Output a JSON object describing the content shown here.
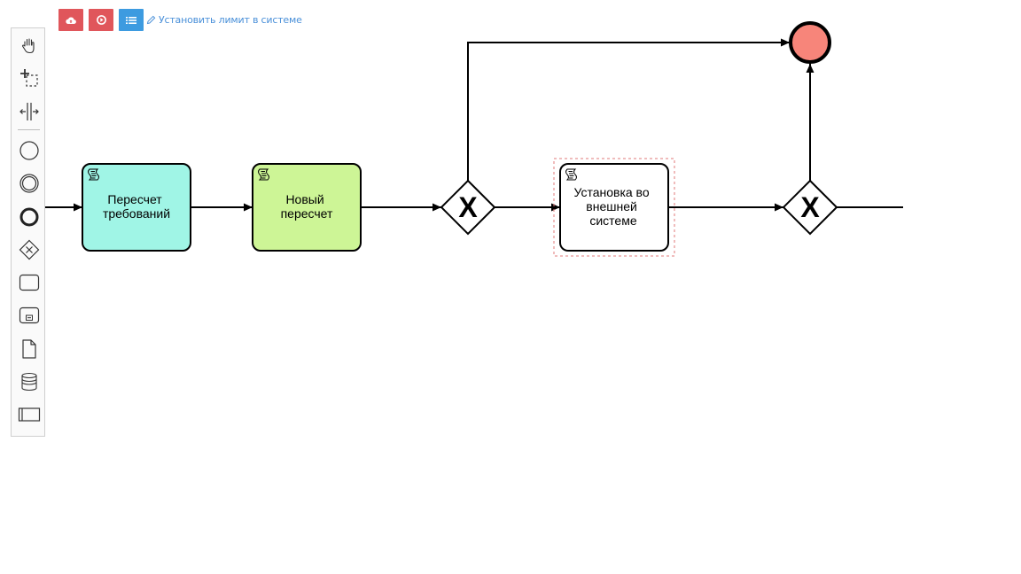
{
  "toolbar": {
    "buttons": [
      {
        "icon": "cloud-upload-icon",
        "color": "#e0565b"
      },
      {
        "icon": "play-circle-icon",
        "color": "#e0565b"
      },
      {
        "icon": "list-icon",
        "color": "#3d9be0"
      }
    ],
    "title": "Установить лимит в системе",
    "title_icon": "pencil-icon"
  },
  "palette": {
    "tools": [
      {
        "name": "hand-tool",
        "icon": "hand-icon"
      },
      {
        "name": "lasso-tool",
        "icon": "lasso-icon"
      },
      {
        "name": "space-tool",
        "icon": "space-icon"
      },
      {
        "name": "start-event",
        "icon": "start-event-icon"
      },
      {
        "name": "intermediate-event",
        "icon": "intermediate-event-icon"
      },
      {
        "name": "end-event",
        "icon": "end-event-icon"
      },
      {
        "name": "gateway",
        "icon": "gateway-icon"
      },
      {
        "name": "task",
        "icon": "task-icon"
      },
      {
        "name": "subprocess",
        "icon": "subprocess-icon"
      },
      {
        "name": "data-object",
        "icon": "data-object-icon"
      },
      {
        "name": "data-store",
        "icon": "data-store-icon"
      },
      {
        "name": "pool",
        "icon": "pool-icon"
      }
    ]
  },
  "diagram": {
    "tasks": [
      {
        "id": "task1",
        "lines": [
          "Пересчет",
          "требований"
        ],
        "fill": "#a0f5e6"
      },
      {
        "id": "task2",
        "lines": [
          "Новый",
          "пересчет"
        ],
        "fill": "#cdf596"
      },
      {
        "id": "task3",
        "lines": [
          "Установка во",
          "внешней",
          "системе"
        ],
        "fill": "#ffffff",
        "selected": true
      }
    ],
    "gateways": [
      {
        "id": "gw1",
        "marker": "X"
      },
      {
        "id": "gw2",
        "marker": "X"
      }
    ],
    "end_event": {
      "fill": "#f7857a"
    }
  }
}
